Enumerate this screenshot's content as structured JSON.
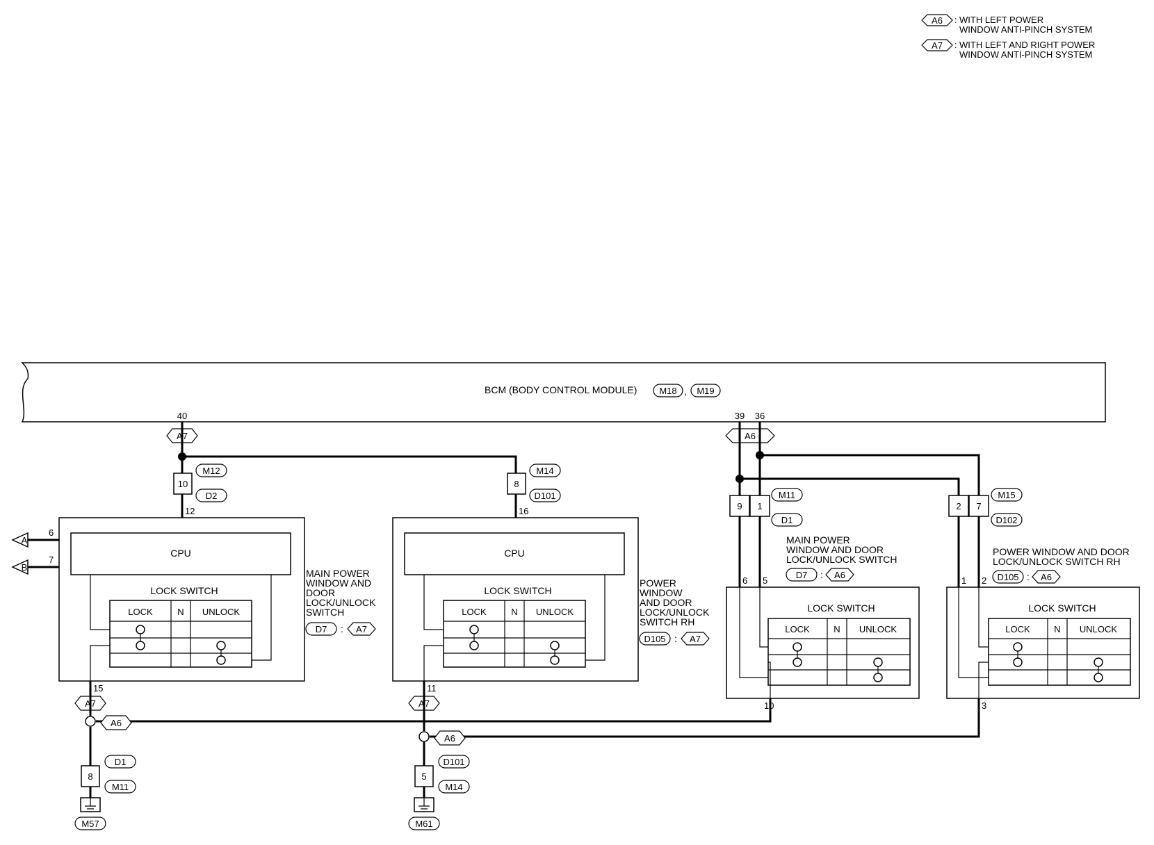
{
  "legend": [
    {
      "code": "A6",
      "text": [
        "WITH LEFT POWER",
        "WINDOW ANTI-PINCH SYSTEM"
      ]
    },
    {
      "code": "A7",
      "text": [
        "WITH LEFT AND RIGHT POWER",
        "WINDOW ANTI-PINCH SYSTEM"
      ]
    }
  ],
  "bcm": {
    "label": "BCM (BODY CONTROL MODULE)",
    "conn1": "M18",
    "sep": ",",
    "conn2": "M19"
  },
  "pins": {
    "p40": "40",
    "p39": "39",
    "p36": "36"
  },
  "tags": {
    "a7": "A7",
    "a6": "A6"
  },
  "connectors": {
    "m12": "M12",
    "d2": "D2",
    "m14": "M14",
    "d101": "D101",
    "m11": "M11",
    "d1": "D1",
    "m15": "M15",
    "d102": "D102",
    "m57": "M57",
    "m61": "M61",
    "d7": "D7",
    "d105": "D105"
  },
  "terminals": {
    "t10": "10",
    "t8": "8",
    "t9": "9",
    "t1": "1",
    "t2": "2",
    "t7": "7",
    "t5": "5"
  },
  "wire_numbers": {
    "n12": "12",
    "n16": "16",
    "n6": "6",
    "n7": "7",
    "n15": "15",
    "n11": "11",
    "n5": "5",
    "n10": "10",
    "n1": "1",
    "n2": "2",
    "n3": "3"
  },
  "arrows": {
    "a": "A",
    "b": "B"
  },
  "switch_labels": {
    "cpu": "CPU",
    "lock_switch": "LOCK SWITCH",
    "lock": "LOCK",
    "n": "N",
    "unlock": "UNLOCK",
    "colon": ":"
  },
  "components": {
    "main_a7": [
      "MAIN POWER",
      "WINDOW AND",
      "DOOR",
      "LOCK/UNLOCK",
      "SWITCH"
    ],
    "rh_a7": [
      "POWER",
      "WINDOW",
      "AND DOOR",
      "LOCK/UNLOCK",
      "SWITCH RH"
    ],
    "main_a6": [
      "MAIN POWER",
      "WINDOW AND DOOR",
      "LOCK/UNLOCK SWITCH"
    ],
    "rh_a6": [
      "POWER WINDOW AND DOOR",
      "LOCK/UNLOCK SWITCH RH"
    ]
  }
}
